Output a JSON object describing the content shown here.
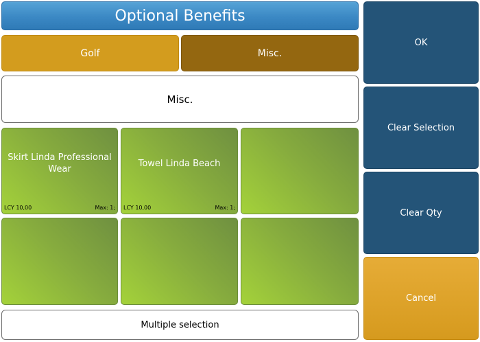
{
  "header": {
    "title": "Optional Benefits"
  },
  "tabs": [
    {
      "label": "Golf"
    },
    {
      "label": "Misc."
    }
  ],
  "category": {
    "label": "Misc."
  },
  "tiles": [
    {
      "name": "Skirt Linda Professional Wear",
      "price": "LCY 10,00",
      "max": "Max: 1;"
    },
    {
      "name": "Towel Linda Beach",
      "price": "LCY 10,00",
      "max": "Max: 1;"
    }
  ],
  "footer": {
    "mode_label": "Multiple selection"
  },
  "actions": {
    "ok": "OK",
    "clear_selection": "Clear Selection",
    "clear_qty": "Clear Qty",
    "cancel": "Cancel"
  },
  "colors": {
    "header_blue": "#3b88c4",
    "tab_golf": "#d39c1e",
    "tab_misc_active": "#946710",
    "tile_green": "#86ab3e",
    "action_blue": "#245478",
    "cancel_orange": "#d69a1e"
  }
}
